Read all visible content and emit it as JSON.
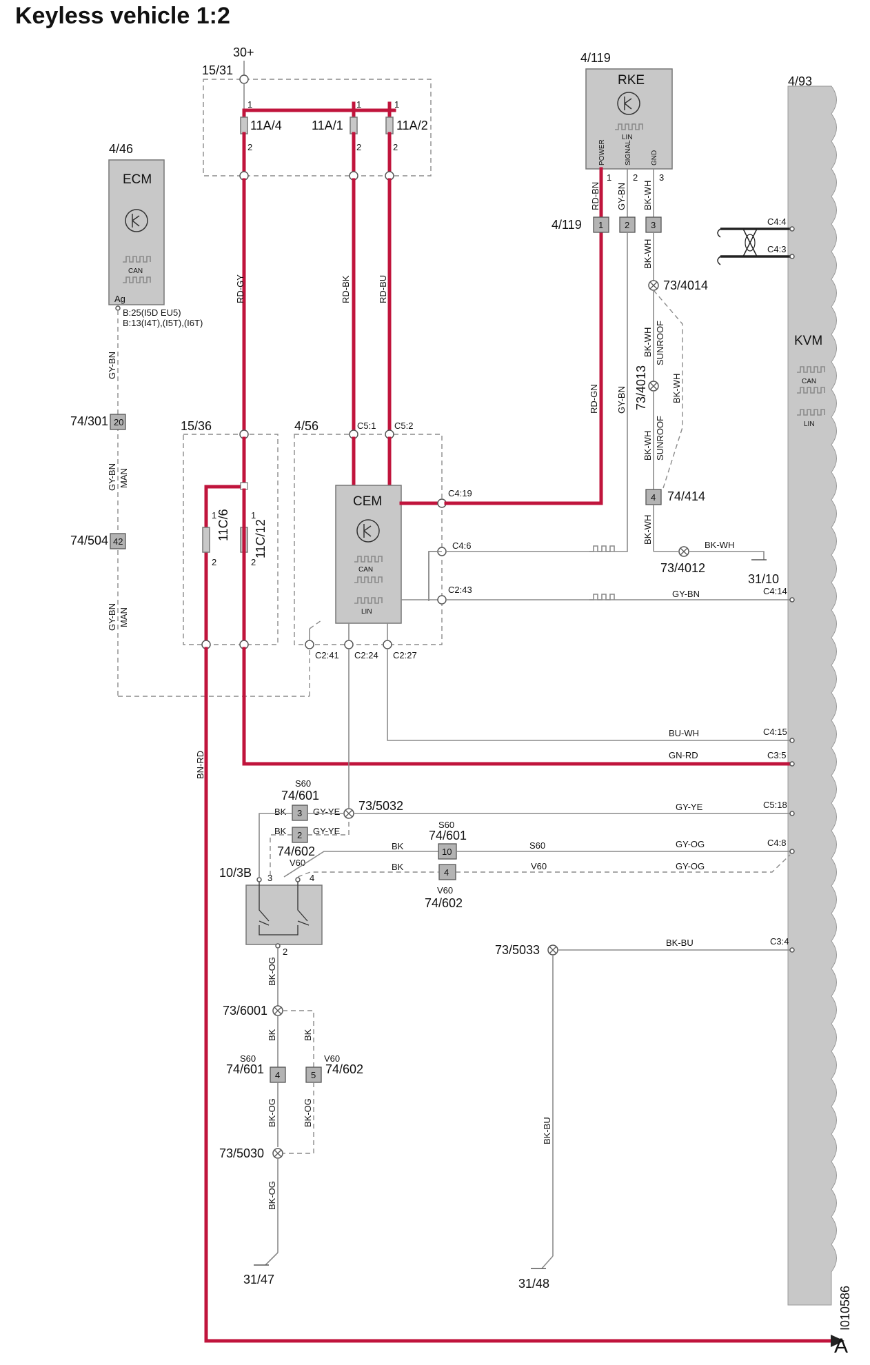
{
  "title": "Keyless vehicle 1:2",
  "figure_id": "I010586",
  "end_arrow_label": "A",
  "supply_label": "30+",
  "fuse_box": {
    "id": "15/31",
    "fuses": [
      "11A/4",
      "11A/1",
      "11A/2"
    ],
    "pin_top": "1",
    "pin_bottom": "2"
  },
  "fuse_box2": {
    "id": "15/36",
    "fuses": [
      "11C/6",
      "11C/12"
    ]
  },
  "ecm": {
    "id": "4/46",
    "name": "ECM",
    "bus": "CAN",
    "pin": "Ag",
    "notes": [
      "B:25(I5D EU5)",
      "B:13(I4T),(I5T),(I6T)"
    ]
  },
  "rke": {
    "id": "4/119",
    "name": "RKE",
    "bus": "LIN",
    "pins": [
      "POWER",
      "SIGNAL",
      "GND"
    ],
    "pin_numbers": [
      "1",
      "2",
      "3"
    ]
  },
  "rke_connector": {
    "id": "4/119",
    "pins": [
      "1",
      "2",
      "3"
    ]
  },
  "cem": {
    "id": "4/56",
    "name": "CEM",
    "buses": [
      "CAN",
      "LIN"
    ],
    "pins": [
      "C5:1",
      "C5:2",
      "C4:19",
      "C4:6",
      "C2:43",
      "C2:41",
      "C2:24",
      "C2:27"
    ]
  },
  "kvm": {
    "id": "4/93",
    "name": "KVM",
    "buses": [
      "CAN",
      "LIN"
    ],
    "pins": [
      "C4:4",
      "C4:3",
      "C4:14",
      "C4:15",
      "C3:5",
      "C5:18",
      "C4:8",
      "C3:4"
    ]
  },
  "switch": {
    "id": "10/3B",
    "pins": [
      "3",
      "4",
      "2"
    ]
  },
  "wire_colors": [
    "RD-GY",
    "RD-BK",
    "RD-BU",
    "RD-BN",
    "GY-BN",
    "BK-WH",
    "RD-GN",
    "GY-BN",
    "BK-WH",
    "BK-WH",
    "BK-WH",
    "BK-WH",
    "GY-BN",
    "GY-BN",
    "GY-BN",
    "BN-RD",
    "BU-WH",
    "GN-RD",
    "GY-YE",
    "GY-YE",
    "GY-YE",
    "GY-OG",
    "GY-OG",
    "BK-BU",
    "BK-BU",
    "BK-OG",
    "BK-OG",
    "BK-OG",
    "BK-OG",
    "BK",
    "BK",
    "BK",
    "BK",
    "BK",
    "BK"
  ],
  "wire_variant_notes": [
    "MAN",
    "MAN",
    "SUNROOF",
    "SUNROOF",
    "S60",
    "V60",
    "S60",
    "S60",
    "V60",
    "V60",
    "S60",
    "V60",
    "S60"
  ],
  "connectors": [
    "74/301",
    "74/504",
    "74/414",
    "74/601",
    "74/602",
    "74/601",
    "74/602",
    "74/601",
    "74/602"
  ],
  "connector_pins": [
    "20",
    "42",
    "4",
    "3",
    "2",
    "10",
    "4",
    "4",
    "5"
  ],
  "splices": [
    "73/4014",
    "73/4013",
    "73/4012",
    "73/5032",
    "73/5033",
    "73/6001",
    "73/5030"
  ],
  "grounds": [
    "31/10",
    "31/47",
    "31/48"
  ],
  "colors": {
    "power_wire": "#c0143c",
    "signal_wire": "#8a8a8a",
    "module_fill": "#c8c8c8"
  }
}
